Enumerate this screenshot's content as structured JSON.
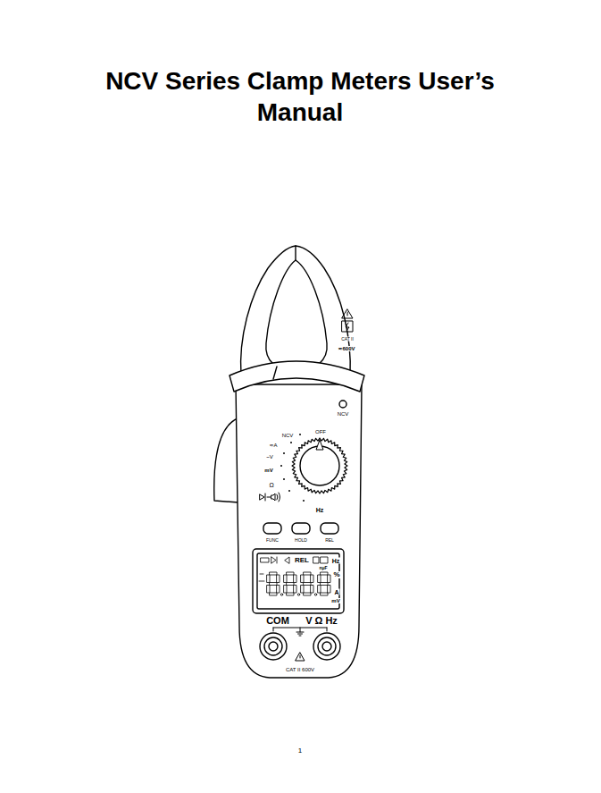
{
  "diagram": {
    "title": "NCV Series Clamp Meters User’s Manual",
    "labels": [
      "CAT II",
      "≂600V",
      "NCV",
      "OFF",
      "NCV",
      "≂A",
      "~V",
      "mV",
      "Ω",
      "Hz",
      "FUNC",
      "HOLD",
      "REL",
      "REL",
      "Hz",
      "%",
      "COM",
      "V Ω Hz",
      "CAT II 600V",
      "1",
      "nμF",
      "A",
      "mV"
    ]
  }
}
